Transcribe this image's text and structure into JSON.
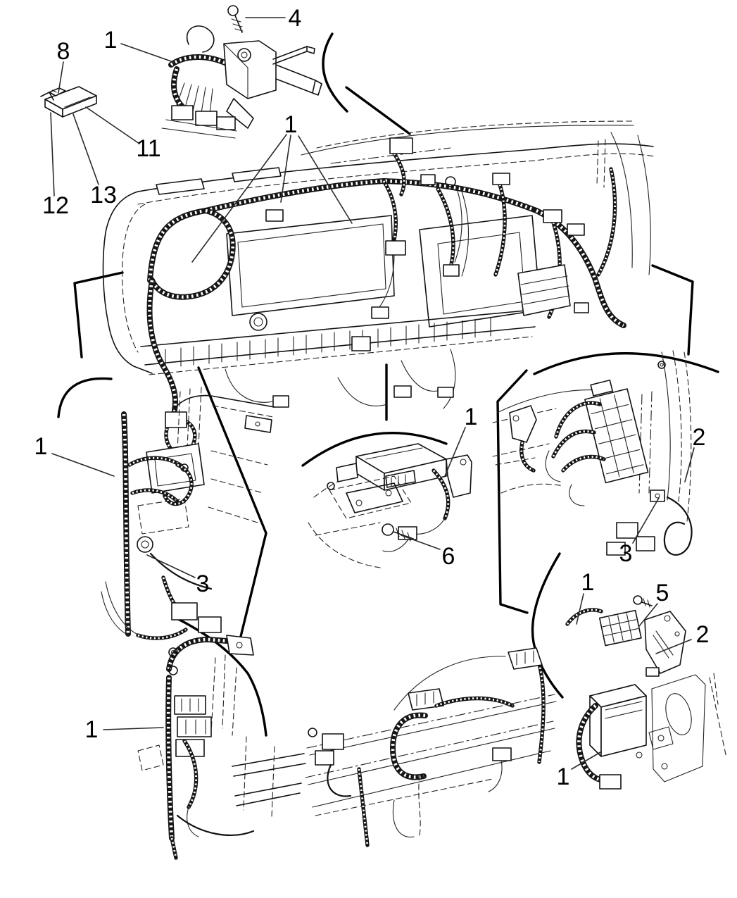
{
  "figure": {
    "background_color": "#ffffff",
    "line_color": "#000000",
    "kind": "automotive-parts-line-diagram"
  },
  "callouts": [
    {
      "label": "8",
      "target": "relay-module-connector"
    },
    {
      "label": "1",
      "target": "steering-column-harness"
    },
    {
      "label": "4",
      "target": "mounting-screw"
    },
    {
      "label": "11",
      "target": "relay-module-cover"
    },
    {
      "label": "13",
      "target": "relay-module-case"
    },
    {
      "label": "12",
      "target": "relay-module-bracket"
    },
    {
      "label": "1",
      "target": "instrument-panel-harness"
    },
    {
      "label": "1",
      "target": "left-cowl-harness"
    },
    {
      "label": "3",
      "target": "left-cowl-grommet"
    },
    {
      "label": "1",
      "target": "center-module-harness"
    },
    {
      "label": "6",
      "target": "module-screw"
    },
    {
      "label": "2",
      "target": "junction-block-bracket"
    },
    {
      "label": "3",
      "target": "junction-block-connector"
    },
    {
      "label": "1",
      "target": "lower-left-pillar-harness"
    },
    {
      "label": "1",
      "target": "lower-right-connector"
    },
    {
      "label": "5",
      "target": "lower-right-screw"
    },
    {
      "label": "2",
      "target": "lower-right-bracket"
    },
    {
      "label": "1",
      "target": "lower-right-module-harness"
    }
  ]
}
